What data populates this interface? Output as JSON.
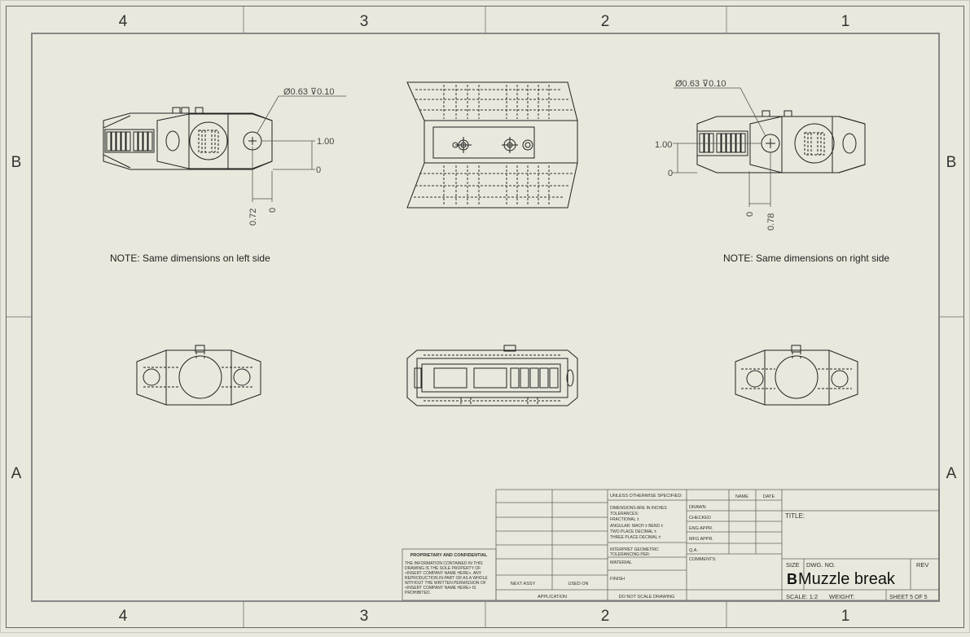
{
  "zone_columns": [
    "4",
    "3",
    "2",
    "1"
  ],
  "zone_rows": [
    "B",
    "A"
  ],
  "dimensions": {
    "left_hole": "Ø0.63 ⊽0.10",
    "right_hole": "Ø0.63 ⊽0.10",
    "left_vert_top": "1.00",
    "left_vert_bottom": "0",
    "left_horiz_a": "0.72",
    "left_horiz_b": "0",
    "right_vert_top": "1.00",
    "right_vert_bottom": "0",
    "right_horiz_a": "0",
    "right_horiz_b": "0.78"
  },
  "notes": {
    "left": "NOTE: Same dimensions on left side",
    "right": "NOTE: Same dimensions on right side"
  },
  "title_block": {
    "proprietary_title": "PROPRIETARY AND CONFIDENTIAL",
    "proprietary_lines": [
      "THE INFORMATION CONTAINED IN THIS",
      "DRAWING IS THE SOLE PROPERTY OF",
      "<INSERT COMPANY NAME HERE>. ANY",
      "REPRODUCTION IN PART OR AS A WHOLE",
      "WITHOUT THE WRITTEN PERMISSION OF",
      "<INSERT COMPANY NAME HERE> IS",
      "PROHIBITED."
    ],
    "next_assy": "NEXT ASSY",
    "used_on": "USED ON",
    "application": "APPLICATION",
    "unless": "UNLESS OTHERWISE SPECIFIED:",
    "dims_lines": [
      "DIMENSIONS ARE IN INCHES",
      "TOLERANCES:",
      "FRACTIONAL ±",
      "ANGULAR: MACH ±   BEND ±",
      "TWO PLACE DECIMAL   ±",
      "THREE PLACE DECIMAL  ±"
    ],
    "interpret_lines": [
      "INTERPRET GEOMETRIC",
      "TOLERANCING PER:"
    ],
    "material": "MATERIAL",
    "finish": "FINISH",
    "do_not_scale": "DO NOT SCALE DRAWING",
    "name": "NAME",
    "date": "DATE",
    "rows": [
      "DRAWN",
      "CHECKED",
      "ENG APPR.",
      "MFG APPR.",
      "Q.A."
    ],
    "comments": "COMMENTS:",
    "title_label": "TITLE:",
    "size_label": "SIZE",
    "dwg_no_label": "DWG.  NO.",
    "rev_label": "REV",
    "size_value": "B",
    "part_name": "Muzzle break",
    "scale": "SCALE: 1:2",
    "weight": "WEIGHT:",
    "sheet": "SHEET 5 OF 5"
  }
}
